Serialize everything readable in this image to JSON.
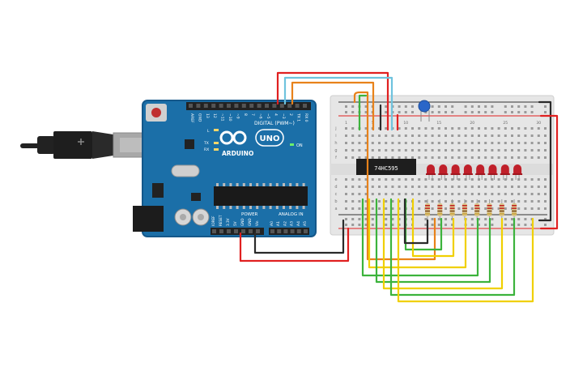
{
  "arduino": {
    "brand": "ARDUINO",
    "model": "UNO",
    "digital_label": "DIGITAL (PWM~)",
    "power_label": "POWER",
    "analog_label": "ANALOG IN",
    "on_label": "ON",
    "led_l": "L",
    "led_tx": "TX",
    "led_rx": "RX",
    "digital_pins": [
      "AREF",
      "GND",
      "13",
      "12",
      "~11",
      "~10",
      "~9",
      "8",
      "7",
      "~6",
      "~5",
      "4",
      "~3",
      "2",
      "TX 1",
      "RX 0"
    ],
    "power_pins": [
      "IOREF",
      "RESET",
      "3.3V",
      "5V",
      "GND",
      "GND",
      "Vin"
    ],
    "analog_pins": [
      "A0",
      "A1",
      "A2",
      "A3",
      "A4",
      "A5"
    ]
  },
  "breadboard": {
    "col_numbers": [
      "1",
      "5",
      "10",
      "15",
      "20",
      "25",
      "30"
    ],
    "row_letters_top": [
      "j",
      "i",
      "h",
      "g",
      "f"
    ],
    "row_letters_bottom": [
      "e",
      "d",
      "c",
      "b",
      "a"
    ]
  },
  "chip": {
    "label": "74HC595"
  },
  "colors": {
    "board": "#1b6fa8",
    "board_dark": "#15588a",
    "wire_red": "#e02020",
    "wire_black": "#2a2a2a",
    "wire_green": "#3cb33c",
    "wire_yellow": "#f0d000",
    "wire_orange": "#e8821a",
    "wire_cyan": "#6fc3de",
    "led": "#c0202a",
    "breadboard": "#e6e6e6"
  }
}
